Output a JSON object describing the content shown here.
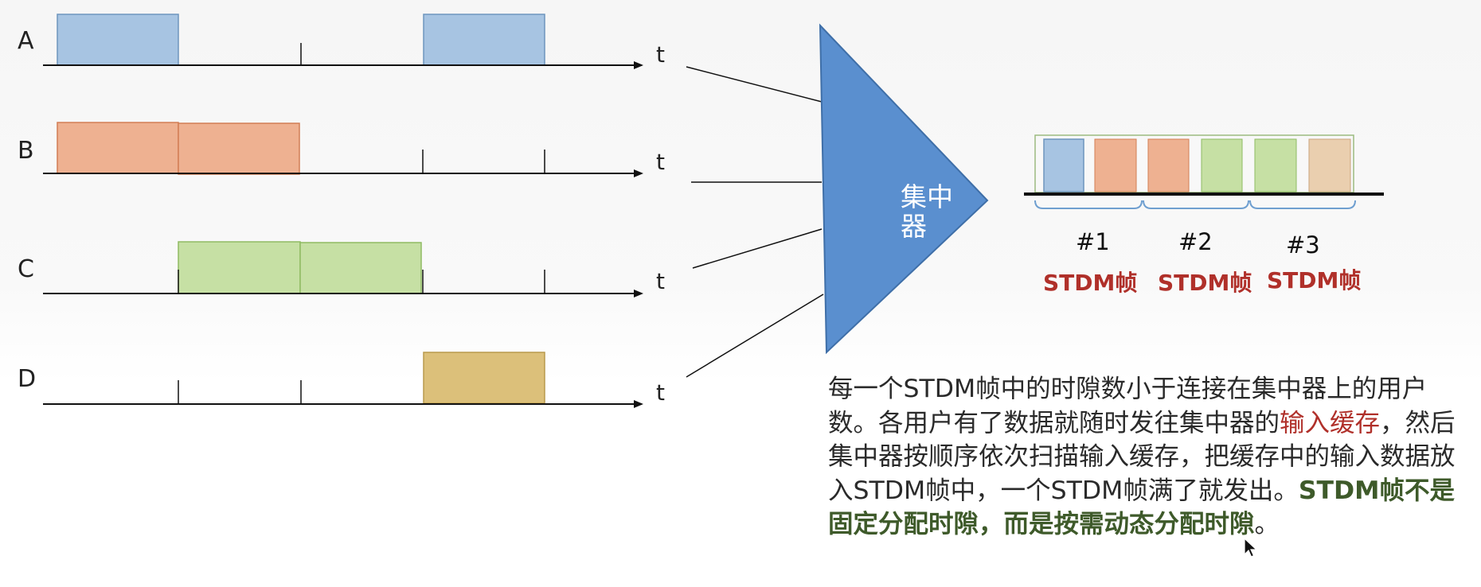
{
  "channels": [
    {
      "label": "A",
      "axis_label": "t"
    },
    {
      "label": "B",
      "axis_label": "t"
    },
    {
      "label": "C",
      "axis_label": "t"
    },
    {
      "label": "D",
      "axis_label": "t"
    }
  ],
  "concentrator": {
    "line1": "集中",
    "line2": "器"
  },
  "frames": [
    {
      "number": "#1",
      "label": "STDM帧"
    },
    {
      "number": "#2",
      "label": "STDM帧"
    },
    {
      "number": "#3",
      "label": "STDM帧"
    }
  ],
  "colors": {
    "blue": "#a7c4e2",
    "orange": "#eeb191",
    "green": "#c6e0a4",
    "tan": "#dcc07a",
    "tan_light": "#eacfaf",
    "triangle": "#5a8fcf",
    "frame_label": "#b0302a"
  },
  "description": {
    "p1": "每一个STDM帧中的时隙数",
    "p2": "小于",
    "p3": "连接在集中器上的用户数。各用户有了数据就随时发往集中器的",
    "p4": "输入缓存",
    "p5": "，然后集中器按顺序依次扫描输入缓存，把缓存中的输入数据放入STDM帧中，一个STDM帧满了就发出。",
    "p6": "STDM帧不是固定分配时隙，而是按需动态分配时隙",
    "p7": "。"
  }
}
